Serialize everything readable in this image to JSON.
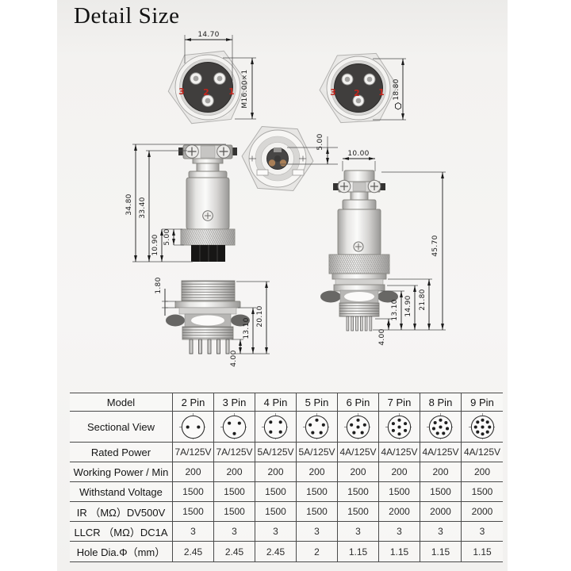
{
  "title": "Detail Size",
  "drawings": {
    "front_left": {
      "dim_width": "14.70",
      "dim_thread": "M16.00×1",
      "pin_labels": [
        "3",
        "2",
        "1"
      ]
    },
    "front_right": {
      "dim_across": "18.80",
      "pin_labels": [
        "3",
        "2",
        "1"
      ]
    },
    "plug_side": {
      "dim_total": "34.80",
      "dim_body": "33.40",
      "dim_lower": "10.90",
      "dim_knurl": "5.00"
    },
    "coupling_top": {
      "dim_key": "5.00"
    },
    "assembled_side": {
      "dim_cap": "10.00",
      "dim_total": "45.70",
      "dim_mount": "21.80",
      "dim_thread": "14.90",
      "dim_inner": "13.10",
      "dim_pins": "4.00"
    },
    "socket_side": {
      "dim_flange": "1.80",
      "dim_total": "20.10",
      "dim_body": "13.10",
      "dim_pins": "4.00"
    }
  },
  "table": {
    "header": {
      "label": "Model",
      "values": [
        "2 Pin",
        "3 Pin",
        "4 Pin",
        "5 Pin",
        "6 Pin",
        "7 Pin",
        "8 Pin",
        "9 Pin"
      ]
    },
    "sectional": {
      "label": "Sectional View",
      "pins": [
        2,
        3,
        4,
        5,
        6,
        7,
        8,
        9
      ]
    },
    "rows": [
      {
        "label": "Rated Power",
        "values": [
          "7A/125V",
          "7A/125V",
          "5A/125V",
          "5A/125V",
          "4A/125V",
          "4A/125V",
          "4A/125V",
          "4A/125V"
        ]
      },
      {
        "label": "Working Power / Min",
        "values": [
          "200",
          "200",
          "200",
          "200",
          "200",
          "200",
          "200",
          "200"
        ]
      },
      {
        "label": "Withstand Voltage",
        "values": [
          "1500",
          "1500",
          "1500",
          "1500",
          "1500",
          "1500",
          "1500",
          "1500"
        ]
      },
      {
        "label": "IR （MΩ）DV500V",
        "values": [
          "1500",
          "1500",
          "1500",
          "1500",
          "1500",
          "2000",
          "2000",
          "2000"
        ]
      },
      {
        "label": "LLCR （MΩ）DC1A",
        "values": [
          "3",
          "3",
          "3",
          "3",
          "3",
          "3",
          "3",
          "3"
        ]
      },
      {
        "label": "Hole Dia.Φ（mm）",
        "values": [
          "2.45",
          "2.45",
          "2.45",
          "2",
          "1.15",
          "1.15",
          "1.15",
          "1.15"
        ]
      }
    ]
  }
}
